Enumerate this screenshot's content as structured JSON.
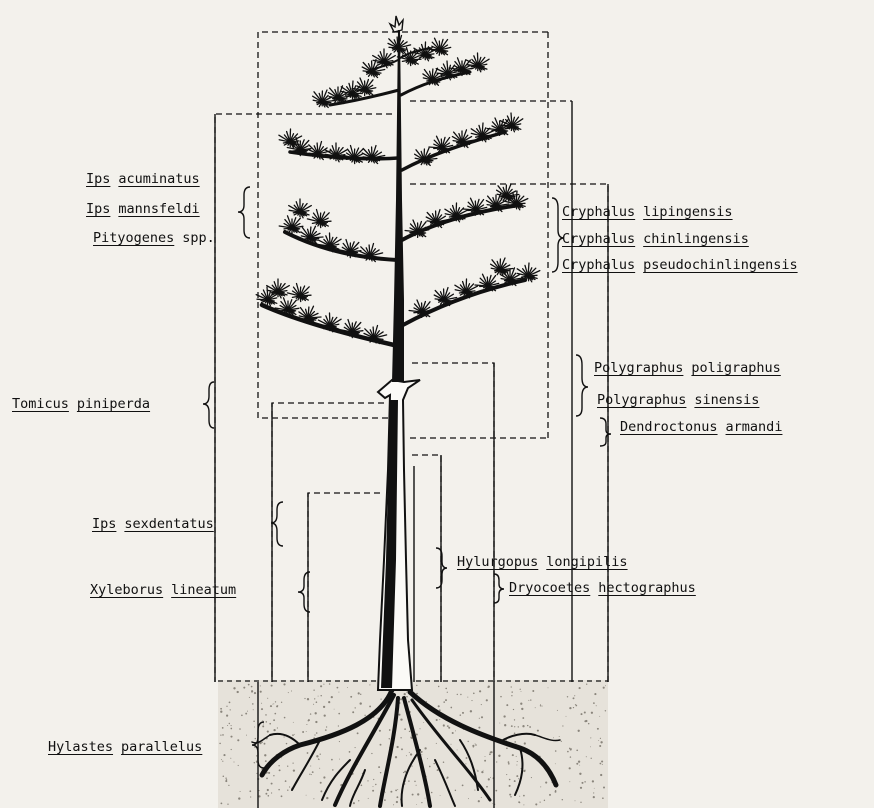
{
  "species": {
    "ips_acuminatus": [
      "Ips",
      "acuminatus"
    ],
    "ips_mannsfeldi": [
      "Ips",
      "mannsfeldi"
    ],
    "pityogenes": [
      "Pityogenes",
      "spp."
    ],
    "tomicus": [
      "Tomicus",
      "piniperda"
    ],
    "ips_sexdentatus": [
      "Ips",
      "sexdentatus"
    ],
    "xyleborus": [
      "Xyleborus",
      "lineatum"
    ],
    "hylastes": [
      "Hylastes",
      "parallelus"
    ],
    "cryphalus_lipingensis": [
      "Cryphalus",
      "lipingensis"
    ],
    "cryphalus_chinlingensis": [
      "Cryphalus",
      "chinlingensis"
    ],
    "cryphalus_pseudochinlingensis": [
      "Cryphalus",
      "pseudochinlingensis"
    ],
    "polygraphus_poligraphus": [
      "Polygraphus",
      "poligraphus"
    ],
    "polygraphus_sinensis": [
      "Polygraphus",
      "sinensis"
    ],
    "dendroctonus": [
      "Dendroctonus",
      "armandi"
    ],
    "hylurgopus": [
      "Hylurgopus",
      "longipilis"
    ],
    "dryocoetes": [
      "Dryocoetes",
      "hectographus"
    ]
  },
  "colors": {
    "ink": "#111111",
    "paper": "#f3f1ec",
    "soil": "#cfcac0"
  }
}
